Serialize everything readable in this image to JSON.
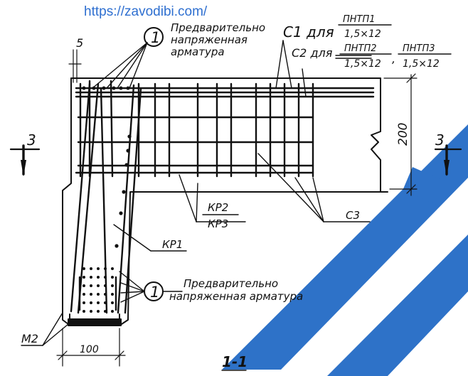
{
  "watermark": {
    "url": "https://zavodibi.com/",
    "colors": {
      "url": "#2e6fd0",
      "stripe": "#2e72c8"
    }
  },
  "labels": {
    "callout_number": "1",
    "prestressed_top": [
      "Предварительно",
      "напряженная",
      "арматура"
    ],
    "prestressed_bottom": [
      "Предварительно",
      "напряженная арматура"
    ],
    "c1_prefix": "С1 для",
    "c1_fraction": {
      "num": "ПНТП1",
      "den": "1,5×12"
    },
    "c2_prefix": "С2 для",
    "c2_fraction_a": {
      "num": "ПНТП2",
      "den": "1,5×12"
    },
    "c2_separator": ",",
    "c2_fraction_b": {
      "num": "ПНТП3",
      "den": "1,5×12"
    },
    "dim_5": "5",
    "dim_200": "200",
    "dim_100": "100",
    "section_mark": "3",
    "kr2": "КР2",
    "kr3": "КР3",
    "kr1": "КР1",
    "c3": "С3",
    "m2": "М2",
    "section_title": "1-1"
  }
}
